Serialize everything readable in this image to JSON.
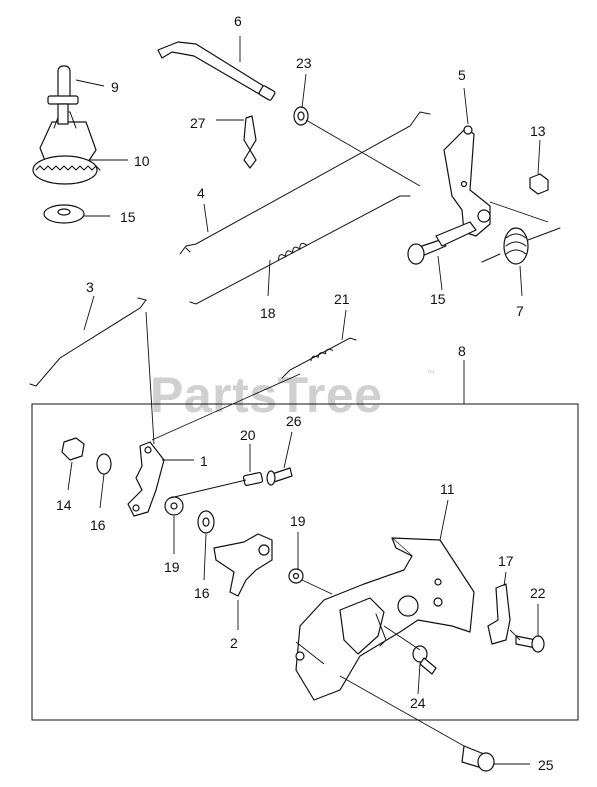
{
  "watermark": {
    "text": "PartsTree",
    "mark": "™"
  },
  "callouts": {
    "c1": "1",
    "c2": "2",
    "c3": "3",
    "c4": "4",
    "c5": "5",
    "c6": "6",
    "c7": "7",
    "c8": "8",
    "c9": "9",
    "c10": "10",
    "c11": "11",
    "c13": "13",
    "c14": "14",
    "c15a": "15",
    "c15b": "15",
    "c16a": "16",
    "c16b": "16",
    "c17": "17",
    "c18": "18",
    "c19a": "19",
    "c19b": "19",
    "c20": "20",
    "c21": "21",
    "c22": "22",
    "c23": "23",
    "c24": "24",
    "c25": "25",
    "c26": "26",
    "c27": "27"
  },
  "colors": {
    "line": "#111111",
    "watermark": "#d0d0d0",
    "background": "#ffffff"
  }
}
